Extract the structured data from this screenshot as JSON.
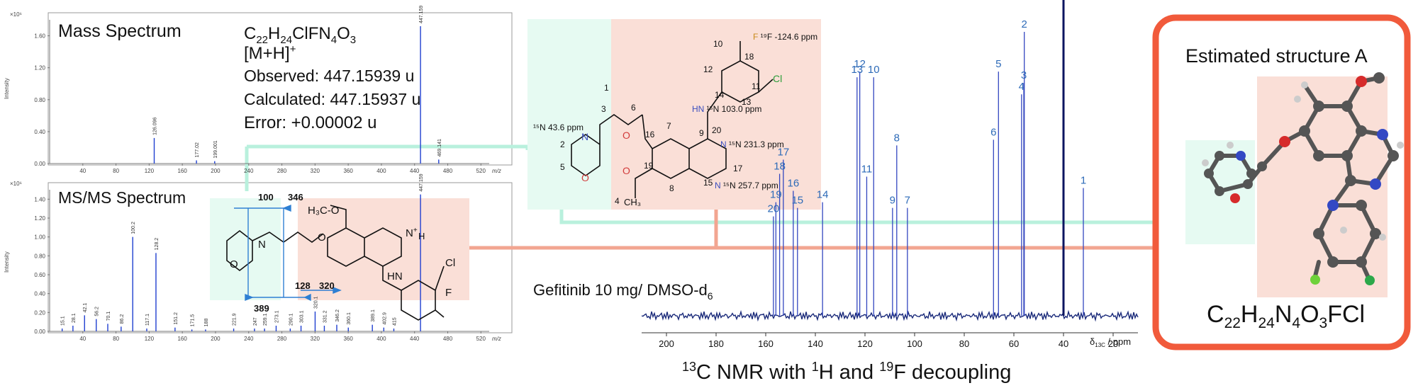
{
  "mass": {
    "title": "Mass Spectrum",
    "exp": "×10⁶",
    "ylabel": "Intensity",
    "yticks": [
      "1.60",
      "1.20",
      "0.80",
      "0.40",
      "0.00"
    ],
    "xticks": [
      "40",
      "80",
      "120",
      "160",
      "200",
      "240",
      "280",
      "320",
      "360",
      "400",
      "440",
      "480",
      "520"
    ],
    "xunit": "m/z",
    "peak_labels": [
      "126.096",
      "177.020",
      "199.001",
      "447.159",
      "469.141"
    ],
    "formula_main": "C",
    "f22": "22",
    "fH": "H",
    "f24": "24",
    "fCIFN": "ClFN",
    "f4": "4",
    "fO": "O",
    "f3": "3",
    "ion": "[M+H]",
    "ion_plus": "+",
    "observed": "Observed: 447.15939 u",
    "calculated": "Calculated: 447.15937 u",
    "error": "Error: +0.00002 u"
  },
  "msms": {
    "title": "MS/MS Spectrum",
    "exp": "×10⁶",
    "ylabel": "Intensity",
    "yticks": [
      "1.40",
      "1.20",
      "1.00",
      "0.80",
      "0.60",
      "0.40",
      "0.20",
      "0.00"
    ],
    "xticks": [
      "40",
      "80",
      "120",
      "160",
      "200",
      "240",
      "280",
      "320",
      "360",
      "400",
      "440",
      "480",
      "520"
    ],
    "xunit": "m/z",
    "peak_labels": [
      "15.1",
      "28.1",
      "42.1",
      "56.2",
      "70.1",
      "86.2",
      "100.2",
      "117.1",
      "128.2",
      "151.2",
      "171.5",
      "188.0",
      "221.9",
      "247.0",
      "259.1",
      "273.1",
      "290.1",
      "303.1",
      "320.1",
      "331.2",
      "346.2",
      "360.1",
      "389.1",
      "402.9",
      "415.0",
      "447.159"
    ],
    "frag_100": "100",
    "frag_346": "346",
    "frag_128": "128",
    "frag_320": "320",
    "frag_389": "389"
  },
  "structure": {
    "h3co": "H₃C-O",
    "nh": "N",
    "hplus": "+",
    "h": "H",
    "hn": "HN",
    "cl": "Cl",
    "f": "F",
    "n": "N",
    "o": "O"
  },
  "nmr_structure": {
    "f19": "F ¹⁹F -124.6 ppm",
    "cl": "Cl",
    "hn": "HN ¹⁵N 103.0 ppm",
    "n15_43": "¹⁵N 43.6 ppm",
    "n15_231": "N ¹⁵N 231.3 ppm",
    "n15_257": "N ¹⁵N 257.7 ppm",
    "och3": "O",
    "ch3": "CH₃",
    "o": "O",
    "n": "N",
    "atom_numbers": [
      "1",
      "2",
      "3",
      "4",
      "5",
      "6",
      "7",
      "8",
      "9",
      "10",
      "11",
      "12",
      "13",
      "14",
      "15",
      "16",
      "17",
      "18",
      "19",
      "20"
    ]
  },
  "nmr": {
    "sample": "Gefitinib 10 mg/ DMSO-d",
    "sample_sub": "6",
    "xticks": [
      "200",
      "180",
      "160",
      "140",
      "120",
      "100",
      "80",
      "60",
      "40",
      "20"
    ],
    "xunit": "δ",
    "xunit_sub": "13C",
    "xunit_tail": " / ppm",
    "caption_pre": "13",
    "caption_a": "C NMR with ",
    "caption_1h": "1",
    "caption_b": "H and ",
    "caption_19f": "19",
    "caption_c": "F decoupling"
  },
  "estimated": {
    "title": "Estimated structure A",
    "formula": [
      "C",
      "22",
      "H",
      "24",
      "N",
      "4",
      "O",
      "3",
      "FCl"
    ]
  },
  "chart_data": [
    {
      "type": "bar",
      "title": "Mass Spectrum",
      "xlabel": "m/z",
      "ylabel": "Intensity",
      "xlim": [
        0,
        530
      ],
      "ylim": [
        0,
        1.8
      ],
      "x": [
        126.096,
        177.02,
        199.001,
        447.159,
        469.141
      ],
      "values": [
        0.32,
        0.04,
        0.03,
        1.72,
        0.05
      ]
    },
    {
      "type": "bar",
      "title": "MS/MS Spectrum",
      "xlabel": "m/z",
      "ylabel": "Intensity",
      "xlim": [
        0,
        530
      ],
      "ylim": [
        0,
        1.5
      ],
      "x": [
        15.1,
        28.1,
        42.1,
        56.2,
        70.1,
        86.2,
        100.2,
        117.1,
        128.2,
        151.2,
        171.5,
        188.0,
        221.9,
        247.0,
        259.1,
        273.1,
        290.1,
        303.1,
        320.1,
        331.2,
        346.2,
        360.1,
        389.1,
        402.9,
        415.0,
        447.159
      ],
      "values": [
        0.03,
        0.06,
        0.17,
        0.13,
        0.08,
        0.05,
        1.0,
        0.03,
        0.83,
        0.04,
        0.02,
        0.02,
        0.03,
        0.03,
        0.03,
        0.06,
        0.03,
        0.06,
        0.21,
        0.06,
        0.07,
        0.04,
        0.07,
        0.04,
        0.03,
        1.45
      ]
    },
    {
      "type": "line",
      "title": "¹³C NMR with ¹H and ¹⁹F decoupling",
      "xlabel": "δ13C / ppm",
      "xlim": [
        210,
        10
      ],
      "peaks": [
        {
          "label": "1",
          "ppm": 32.0,
          "height": 0.45
        },
        {
          "label": "2",
          "ppm": 55.8,
          "height": 1.0
        },
        {
          "label": "3",
          "ppm": 56.0,
          "height": 0.82
        },
        {
          "label": "4",
          "ppm": 56.9,
          "height": 0.78
        },
        {
          "label": "5",
          "ppm": 66.2,
          "height": 0.86
        },
        {
          "label": "6",
          "ppm": 68.2,
          "height": 0.62
        },
        {
          "label": "7",
          "ppm": 102.9,
          "height": 0.38
        },
        {
          "label": "8",
          "ppm": 107.2,
          "height": 0.6
        },
        {
          "label": "9",
          "ppm": 108.9,
          "height": 0.38
        },
        {
          "label": "10",
          "ppm": 116.5,
          "height": 0.84
        },
        {
          "label": "11",
          "ppm": 119.3,
          "height": 0.49
        },
        {
          "label": "12",
          "ppm": 122.1,
          "height": 0.86
        },
        {
          "label": "13",
          "ppm": 123.2,
          "height": 0.84
        },
        {
          "label": "14",
          "ppm": 137.1,
          "height": 0.4
        },
        {
          "label": "15",
          "ppm": 147.2,
          "height": 0.38
        },
        {
          "label": "16",
          "ppm": 148.9,
          "height": 0.44
        },
        {
          "label": "17",
          "ppm": 152.9,
          "height": 0.55
        },
        {
          "label": "18",
          "ppm": 154.4,
          "height": 0.5
        },
        {
          "label": "19",
          "ppm": 155.9,
          "height": 0.4
        },
        {
          "label": "20",
          "ppm": 156.9,
          "height": 0.35
        }
      ]
    }
  ]
}
